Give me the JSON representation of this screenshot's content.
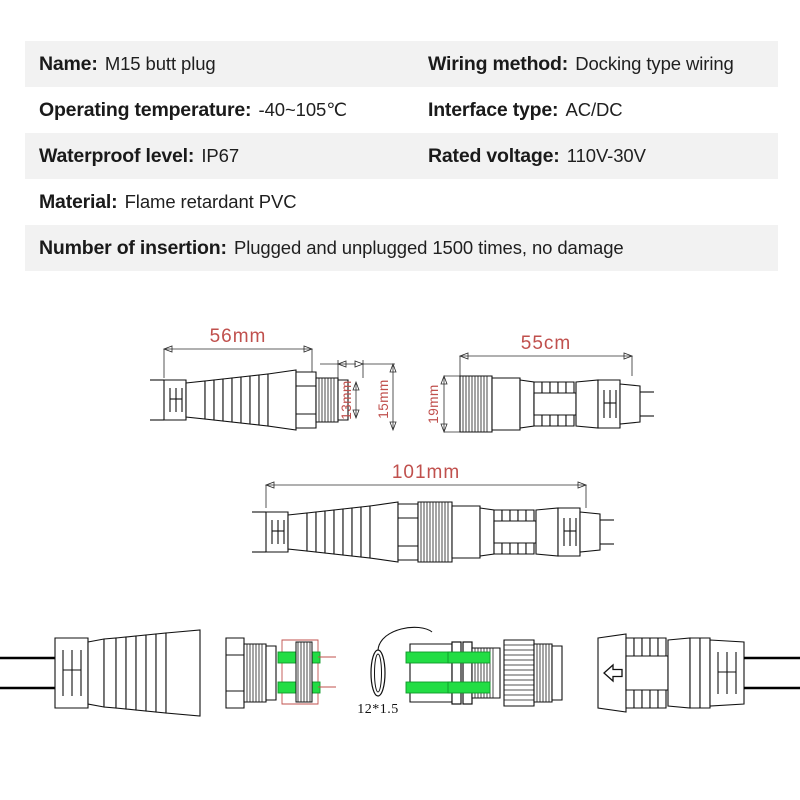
{
  "spec_table": {
    "rows": [
      {
        "shaded": true,
        "layout": "two-column",
        "left": {
          "label": "Name",
          "colon": ":",
          "value": "M15 butt plug"
        },
        "right": {
          "label": "Wiring method",
          "colon": ":",
          "value": "Docking type wiring"
        }
      },
      {
        "shaded": false,
        "layout": "two-column",
        "left": {
          "label": "Operating temperature",
          "colon": ":",
          "value": "-40~105℃"
        },
        "right": {
          "label": "Interface type",
          "colon": ":",
          "value": "AC/DC"
        }
      },
      {
        "shaded": true,
        "layout": "two-column",
        "left": {
          "label": "Waterproof level",
          "colon": ":",
          "value": "IP67"
        },
        "right": {
          "label": "Rated voltage",
          "colon": ":",
          "value": "110V-30V"
        }
      },
      {
        "shaded": false,
        "layout": "full",
        "full": {
          "label": "Material",
          "colon": ":",
          "value": "Flame retardant PVC"
        }
      },
      {
        "shaded": true,
        "layout": "full",
        "full": {
          "label": "Number of insertion",
          "colon": ":",
          "value": "Plugged and unplugged 1500 times, no damage"
        }
      }
    ]
  },
  "drawings": {
    "plug_male": {
      "name": "male-connector-drawing",
      "length_dimension": "56mm",
      "thread_dimension": "13mm",
      "overall_dimension": "15mm"
    },
    "plug_female": {
      "name": "female-connector-drawing",
      "length_dimension": "55cm",
      "diameter_dimension": "19mm"
    },
    "assembled": {
      "name": "assembled-connector-drawing",
      "length_dimension": "101mm"
    }
  },
  "exploded_view": {
    "oring_label": "12*1.5",
    "arrow_icon": "left-arrow-icon",
    "parts": [
      "cable-strain-relief-left",
      "threaded-nut",
      "terminal-block-left",
      "o-ring",
      "terminal-block-right",
      "knurled-coupling-nut",
      "cable-strain-relief-right"
    ]
  },
  "colors": {
    "row_shade": "#f2f2f2",
    "dimension_red": "#c0504d",
    "terminal_green": "#22dd44",
    "line_black": "#111111"
  }
}
